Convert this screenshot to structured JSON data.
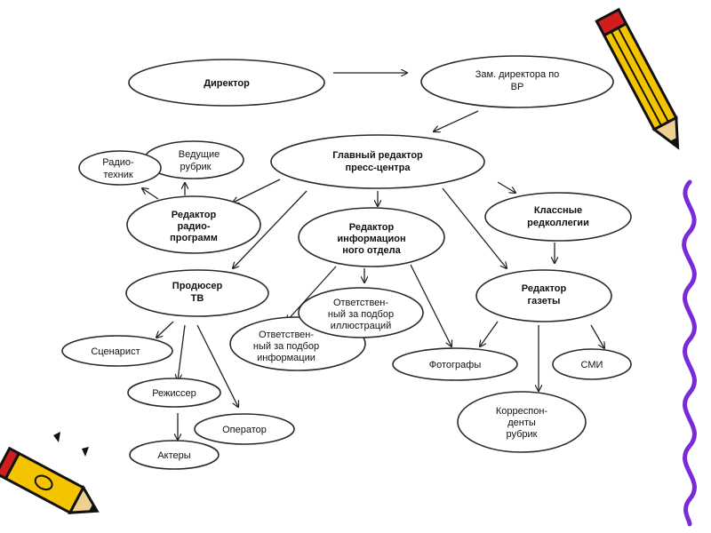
{
  "diagram": {
    "nodes": {
      "director": "Директор",
      "deputy_director": [
        "Зам. директора по",
        "ВР"
      ],
      "chief_editor": [
        "Главный редактор",
        "пресс-центра"
      ],
      "radio_technician": [
        "Радио-",
        "техник"
      ],
      "rubric_hosts": [
        "Ведущие",
        "рубрик"
      ],
      "radio_editor": [
        "Редактор",
        "радио-",
        "программ"
      ],
      "info_editor": [
        "Редактор",
        "информацион",
        "ного отдела"
      ],
      "class_boards": [
        "Классные",
        "редколлегии"
      ],
      "tv_producer": [
        "Продюсер",
        "ТВ"
      ],
      "illustrations_resp": [
        "Ответствен-",
        "ный за подбор",
        "иллюстраций"
      ],
      "info_resp": [
        "Ответствен-",
        "ный за подбор",
        "информации"
      ],
      "newspaper_editor": [
        "Редактор",
        "газеты"
      ],
      "screenwriter": "Сценарист",
      "director_film": "Режиссер",
      "operator": "Оператор",
      "actors": "Актеры",
      "photographers": "Фотографы",
      "media": "СМИ",
      "correspondents": [
        "Корреспон-",
        "денты",
        "рубрик"
      ]
    }
  },
  "colors": {
    "outline": "#2a2a2a",
    "pencil_yellow": "#f5c400",
    "pencil_black": "#111111",
    "pencil_red": "#d11d1d",
    "pencil_tip": "#f0d090",
    "squiggle_purple": "#7a2ad8"
  },
  "icons": [
    "pencil-icon",
    "pencil-icon",
    "squiggle-line-icon"
  ]
}
